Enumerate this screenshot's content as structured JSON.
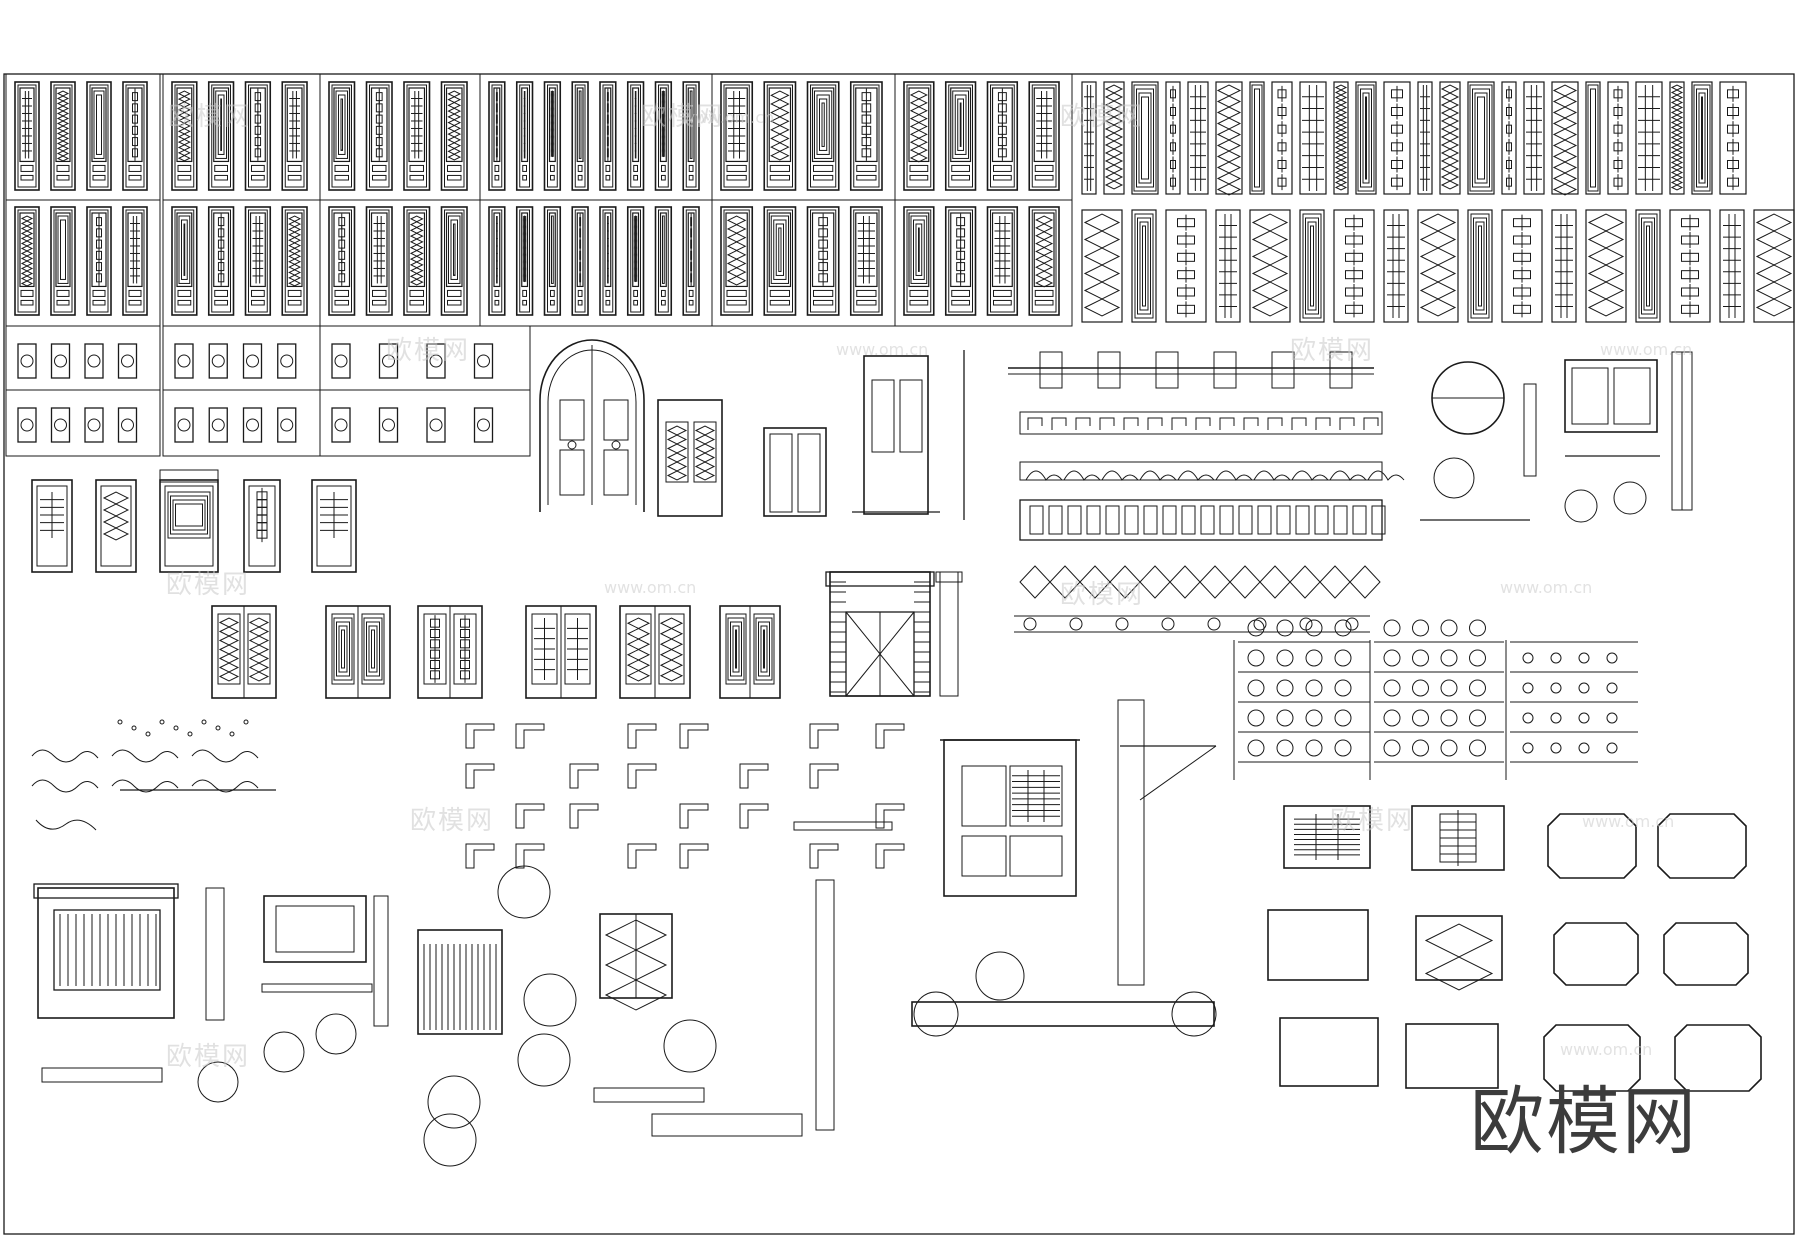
{
  "brand_watermark": "欧模网",
  "watermarks": [
    {
      "text": "欧模网",
      "kind": "logo"
    },
    {
      "text": "欧模网",
      "kind": "logo"
    },
    {
      "text": "欧模网",
      "kind": "logo"
    },
    {
      "text": "欧模网",
      "kind": "logo"
    },
    {
      "text": "欧模网",
      "kind": "logo"
    },
    {
      "text": "欧模网",
      "kind": "logo"
    },
    {
      "text": "欧模网",
      "kind": "logo"
    },
    {
      "text": "欧模网",
      "kind": "logo"
    },
    {
      "text": "欧模网",
      "kind": "logo"
    },
    {
      "text": "欧模网",
      "kind": "logo"
    }
  ],
  "url_watermarks": [
    "www.om.cn",
    "www.om.cn",
    "www.om.cn",
    "www.om.cn",
    "www.om.cn",
    "www.om.cn",
    "www.om.cn"
  ],
  "colors": {
    "line": "#1a1a1a",
    "background": "#ffffff",
    "watermark": "#c9c9c9",
    "brand": "#3c3c3c"
  },
  "drawing_groups": [
    "carved-door-panels",
    "lattice-screen-panels",
    "small-window-panels",
    "arched-and-double-doors",
    "lattice-border-strips",
    "round-window-details",
    "single-doors",
    "double-doors",
    "brick-gateway",
    "ornament-scrolls",
    "corner-brackets",
    "door-knockers-and-hardware",
    "window-elevations-with-sections",
    "octagonal-lattice-windows"
  ]
}
